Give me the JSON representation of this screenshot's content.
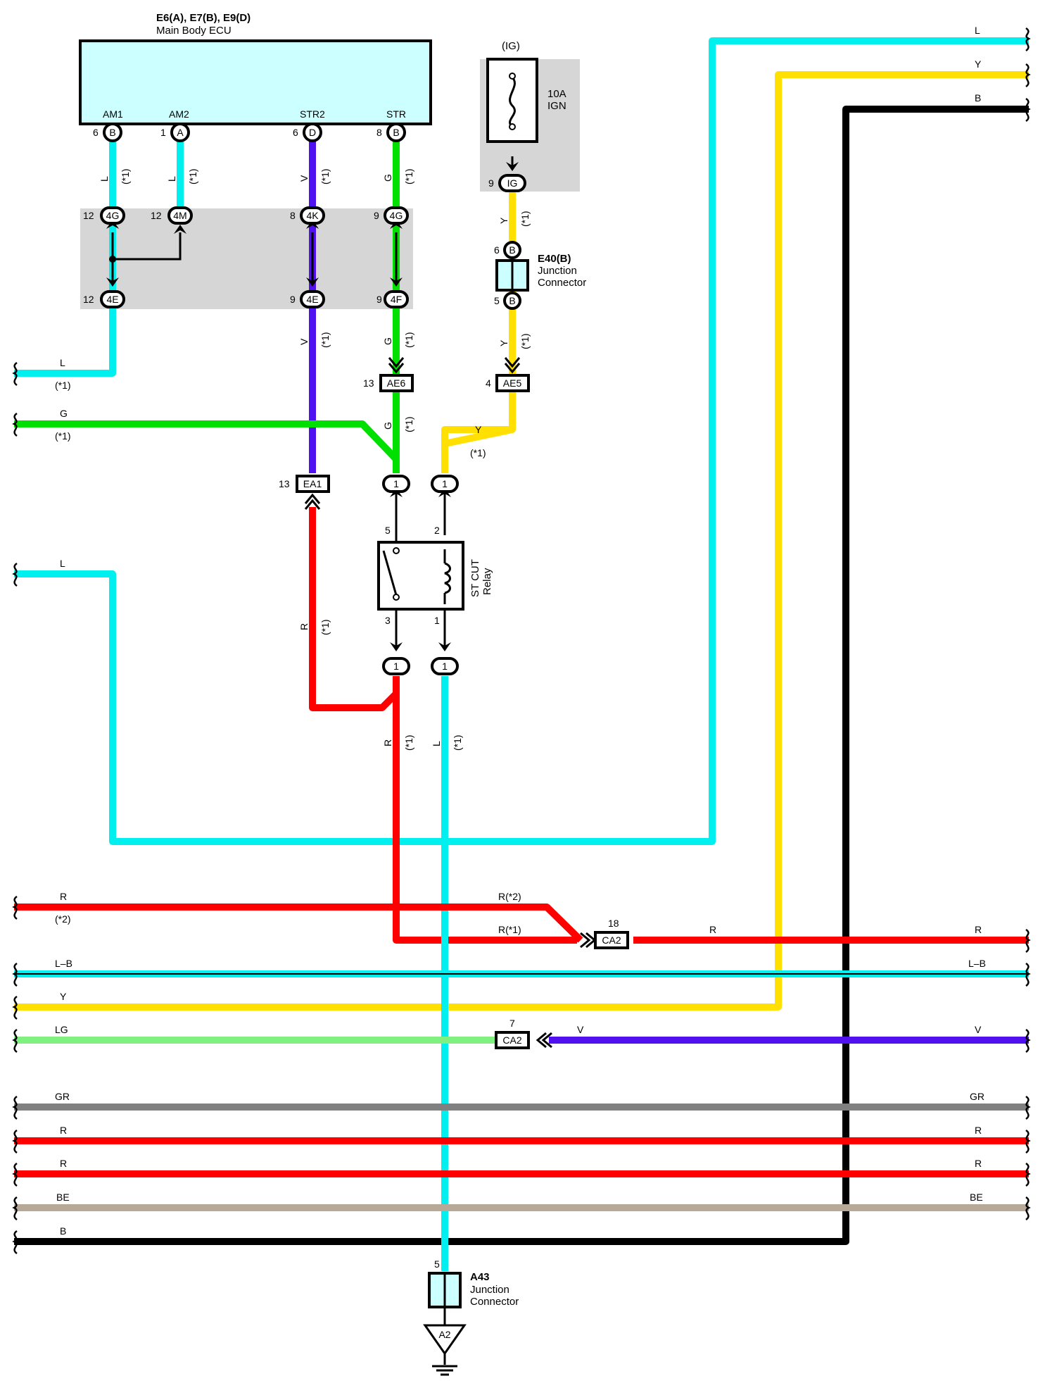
{
  "colors": {
    "L": "#00f0f0",
    "Y": "#ffe000",
    "B": "#000000",
    "G": "#00e000",
    "V": "#5010f0",
    "R": "#ff0000",
    "LG": "#80f080",
    "GR": "#808080",
    "BE": "#b8a898",
    "panel": "#d6d6d6",
    "ecu_fill": "#ccffff",
    "jc_fill": "#ccffff"
  },
  "ecu": {
    "title": "E6(A), E7(B), E9(D)",
    "name": "Main Body ECU",
    "pins": [
      {
        "label": "AM1",
        "num": "6",
        "conn": "B"
      },
      {
        "label": "AM2",
        "num": "1",
        "conn": "A"
      },
      {
        "label": "STR2",
        "num": "6",
        "conn": "D"
      },
      {
        "label": "STR",
        "num": "8",
        "conn": "B"
      }
    ]
  },
  "fuse": {
    "header": "(IG)",
    "rating": "10A",
    "name": "IGN",
    "pin_num": "9",
    "pin_conn": "IG"
  },
  "junction_top": {
    "a": [
      {
        "num": "12",
        "conn": "4G"
      },
      {
        "num": "12",
        "conn": "4M"
      },
      {
        "num": "8",
        "conn": "4K"
      },
      {
        "num": "9",
        "conn": "4G"
      }
    ],
    "b": [
      {
        "num": "12",
        "conn": "4E"
      },
      {
        "num": "9",
        "conn": "4E"
      },
      {
        "num": "9",
        "conn": "4F"
      }
    ]
  },
  "e40": {
    "title": "E40(B)",
    "line1": "Junction",
    "line2": "Connector",
    "top_num": "6",
    "top_conn": "B",
    "bot_num": "5",
    "bot_conn": "B"
  },
  "connectors": {
    "ae6": {
      "num": "13",
      "name": "AE6"
    },
    "ae5": {
      "num": "4",
      "name": "AE5"
    },
    "ea1": {
      "num": "13",
      "name": "EA1"
    },
    "ca2a": {
      "num": "18",
      "name": "CA2"
    },
    "ca2b": {
      "num": "7",
      "name": "CA2"
    }
  },
  "relay": {
    "name": "ST CUT",
    "sub": "Relay",
    "pin5": "5",
    "pin2": "2",
    "pin3": "3",
    "pin1": "1",
    "conn": "1"
  },
  "a43": {
    "title": "A43",
    "line1": "Junction",
    "line2": "Connector",
    "pin": "5",
    "ground": "A2"
  },
  "wire_labels": {
    "L": "L",
    "Y": "Y",
    "B": "B",
    "G": "G",
    "V": "V",
    "R": "R",
    "LB": "L–B",
    "LG": "LG",
    "GR": "GR",
    "BE": "BE",
    "note1": "(*1)",
    "note2": "(*2)",
    "R_note2": "R(*2)",
    "R_note1": "R(*1)"
  }
}
